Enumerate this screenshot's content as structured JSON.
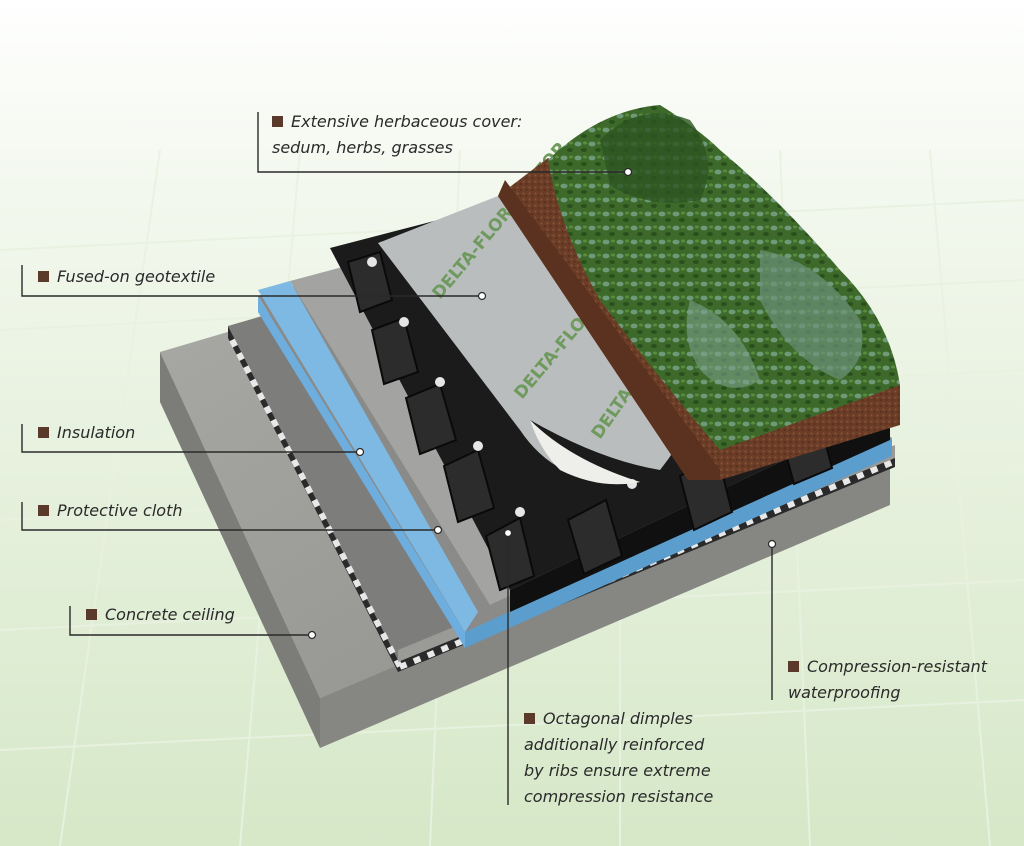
{
  "diagram": {
    "labels": {
      "herbaceous": [
        "Extensive herbaceous cover:",
        "sedum, herbs, grasses"
      ],
      "geotextile": [
        "Fused-on geotextile"
      ],
      "insulation": [
        "Insulation"
      ],
      "protective": [
        "Protective cloth"
      ],
      "concrete": [
        "Concrete ceiling"
      ],
      "waterproofing": [
        "Compression-resistant",
        "waterproofing"
      ],
      "dimples": [
        "Octagonal dimples",
        "additionally reinforced",
        "by ribs ensure extreme",
        "compression resistance"
      ]
    },
    "membrane_text": [
      "DELTA-FLORAXX TOP",
      "DELTA-FLORAXX TOP",
      "DELTA-FLORAXX TOP"
    ],
    "marker_color": "#5b3a2c",
    "colors": {
      "background_top": "#ffffff",
      "background_bottom": "#dcebd1",
      "concrete": "#9d9d9a",
      "insulation": "#6fb1dc",
      "dimple_sheet": "#1a1a1a",
      "geotextile": "#b8bcbc",
      "soil": "#6a3c26",
      "vegetation": "#3f6a2c"
    }
  }
}
